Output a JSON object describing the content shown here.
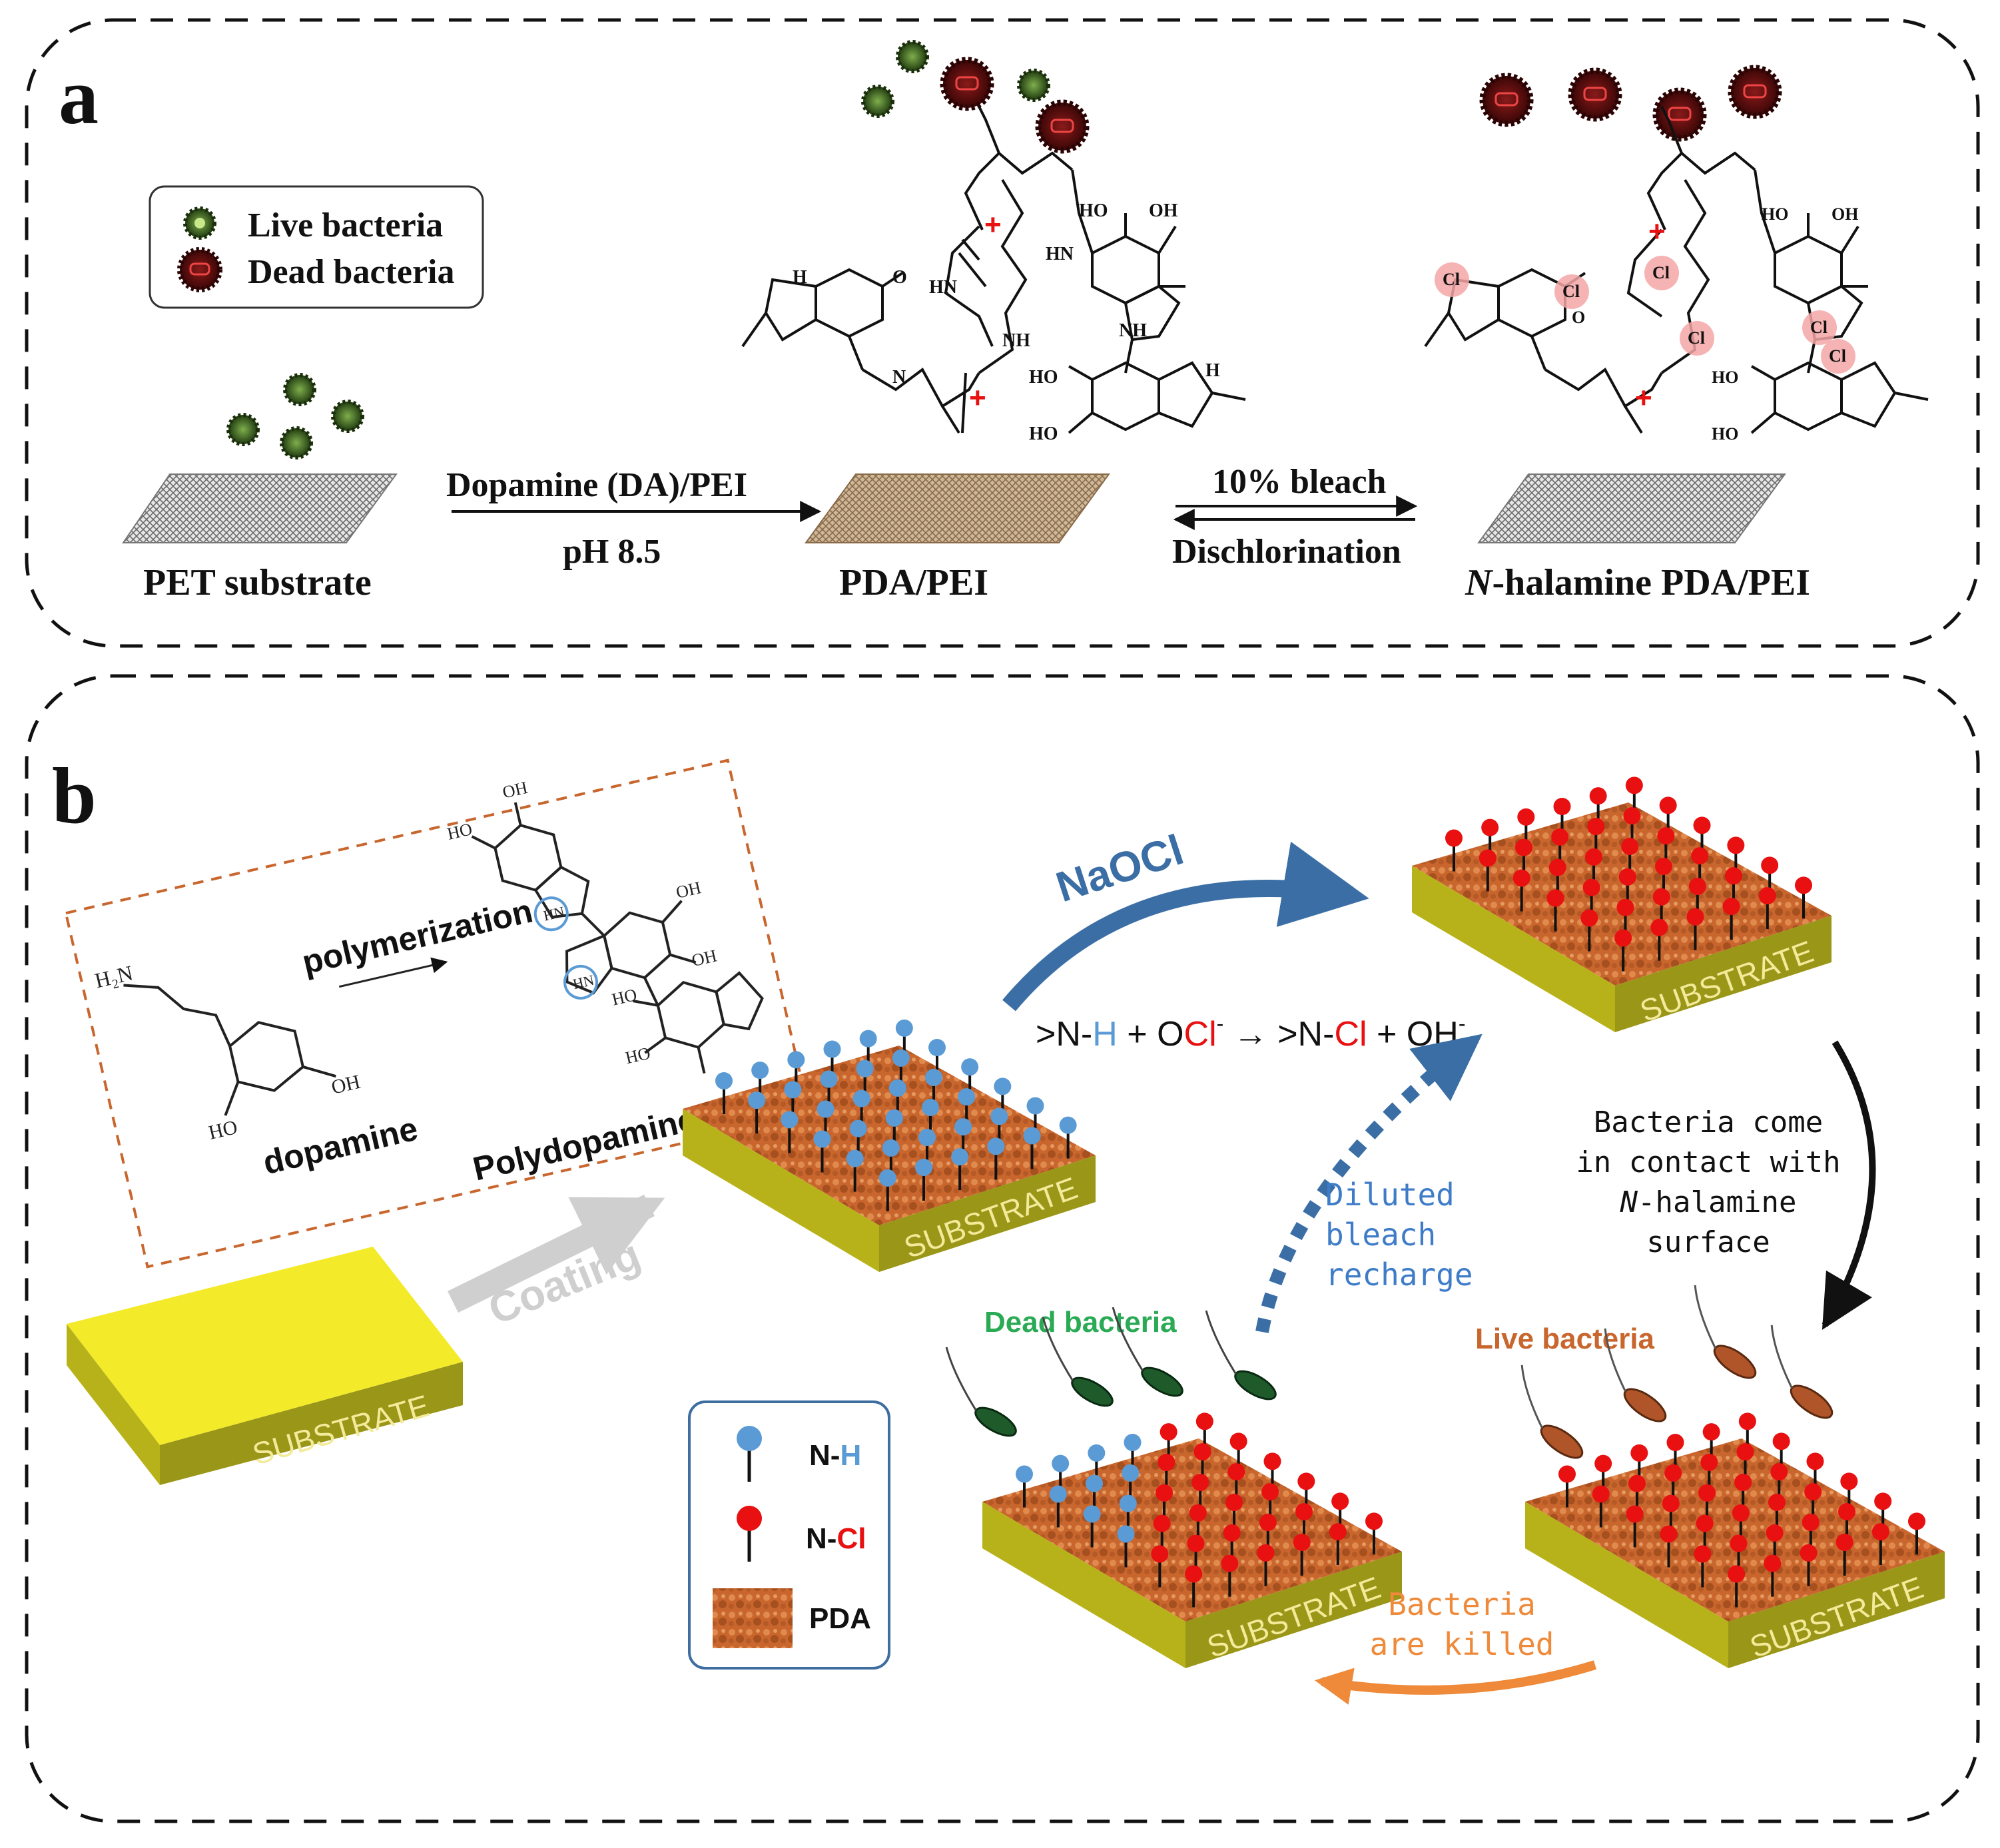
{
  "panel_a": {
    "label": "a",
    "legend": {
      "live": "Live bacteria",
      "dead": "Dead bacteria"
    },
    "step1": {
      "top": "Dopamine (DA)/PEI",
      "bottom": "pH 8.5"
    },
    "step2": {
      "top": "10% bleach",
      "bottom": "Dischlorination"
    },
    "substrates": {
      "pet": "PET substrate",
      "pda_pei": "PDA/PEI",
      "nhal_italic": "N",
      "nhal_rest": "-halamine PDA/PEI"
    },
    "chem_labels": {
      "ho": "HO",
      "oh": "OH",
      "hn": "HN",
      "nh": "NH",
      "h": "H",
      "o": "O",
      "n": "N",
      "cl": "Cl",
      "plus": "+"
    }
  },
  "panel_b": {
    "label": "b",
    "inset": {
      "polymerization": "polymerization",
      "dopamine": "dopamine",
      "pda": "Polydopamine(PDA)",
      "h2n": "H₂N",
      "hn": "HN",
      "ho": "HO",
      "oh": "OH"
    },
    "coating": "Coating",
    "substrate": "SUBSTRATE",
    "naocl": "NaOCl",
    "equation": {
      "p1": ">N-",
      "h": "H",
      "p2": " + O",
      "cl1": "Cl",
      "sup1": "-",
      "p3": " → >N-",
      "cl2": "Cl",
      "p4": " + OH",
      "sup2": "-"
    },
    "contact": {
      "l1": "Bacteria come",
      "l2": "in contact with",
      "l3_italic": "N",
      "l3_rest": "-halamine",
      "l4": "surface"
    },
    "recharge": {
      "l1": "Diluted",
      "l2": "bleach",
      "l3": "recharge"
    },
    "killed": {
      "l1": "Bacteria",
      "l2": "are killed"
    },
    "dead_bacteria": "Dead bacteria",
    "live_bacteria": "Live bacteria",
    "legend": {
      "nh_pre": "N-",
      "nh_h": "H",
      "ncl_pre": "N-",
      "ncl_cl": "Cl",
      "pda": "PDA"
    }
  },
  "colors": {
    "nh": "#5b9bd5",
    "ncl": "#e81010",
    "pda": "#c8662e",
    "substrate": "#f3ea2a",
    "substrate_side": "#9a9618",
    "arrow_blue": "#3a6ea5",
    "arrow_orange": "#ef8a3a",
    "text_green": "#2aaa55",
    "text_orange": "#c8662e",
    "text_blue": "#3e7cc8"
  }
}
